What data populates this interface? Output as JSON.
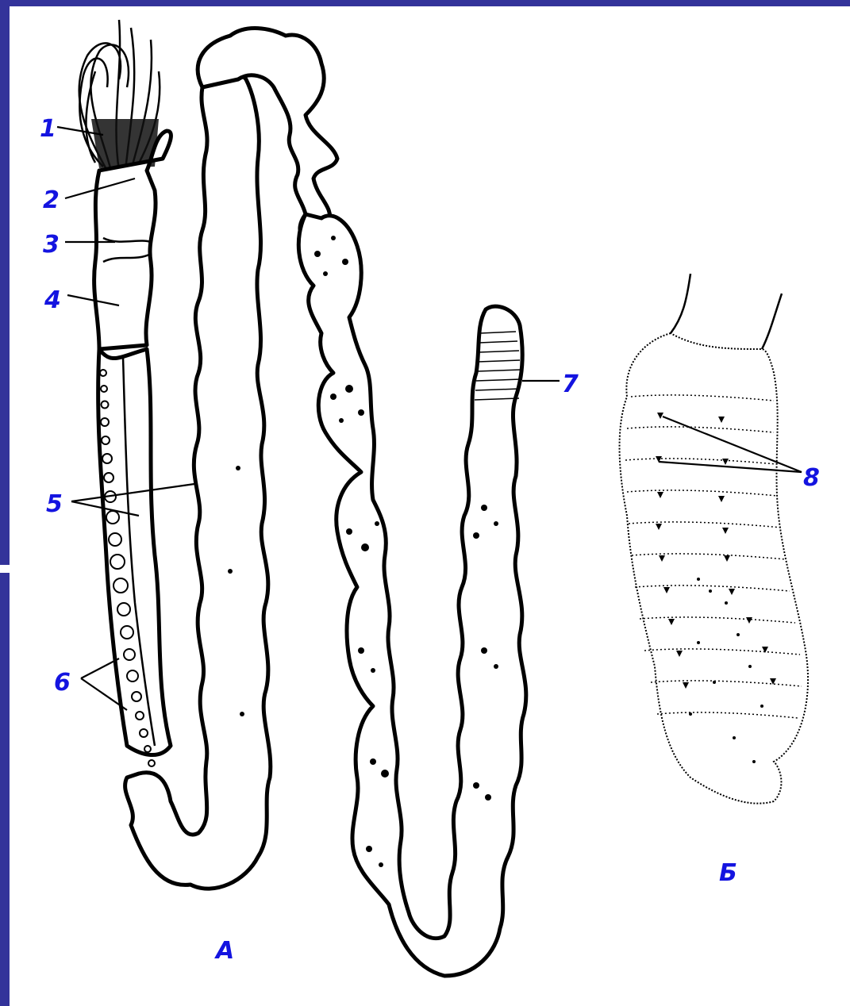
{
  "labels": {
    "l1": "1",
    "l2": "2",
    "l3": "3",
    "l4": "4",
    "l5": "5",
    "l6": "6",
    "l7": "7",
    "l8": "8"
  },
  "captions": {
    "a": "А",
    "b": "Б"
  }
}
